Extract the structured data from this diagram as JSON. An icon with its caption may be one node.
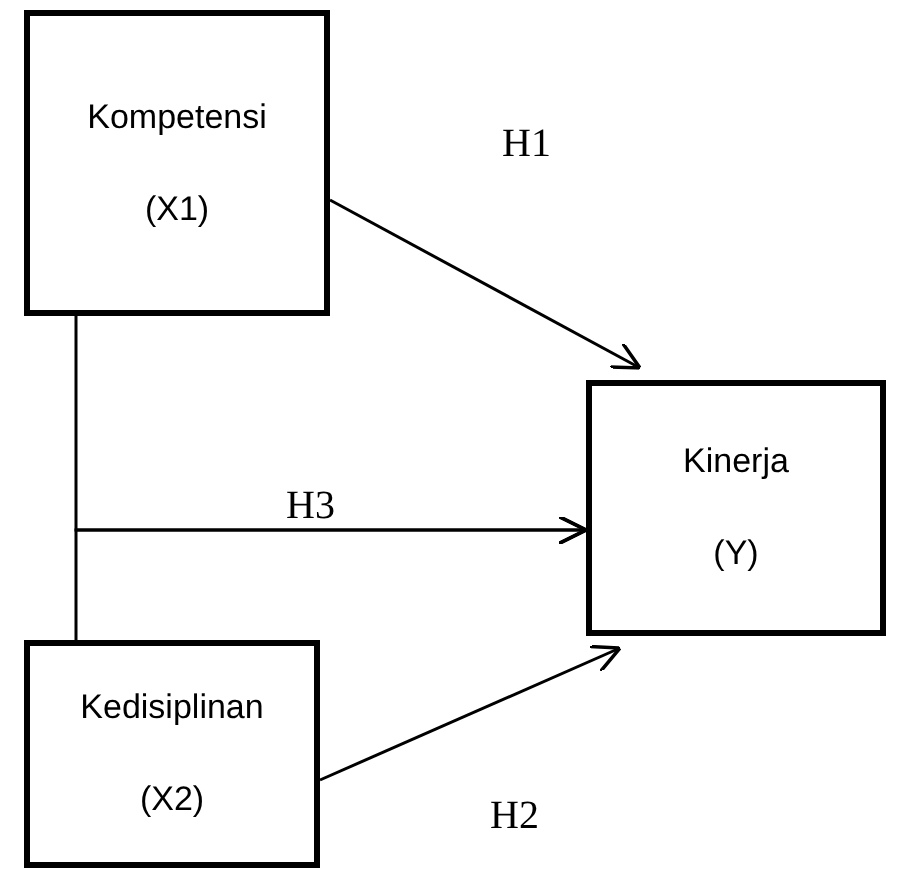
{
  "diagram": {
    "nodes": [
      {
        "text": [
          "Kompetensi",
          "(X1)"
        ]
      },
      {
        "text": [
          "Kinerja",
          "(Y)"
        ]
      },
      {
        "text": [
          "Kedisiplinan",
          "(X2)"
        ]
      }
    ],
    "edges": [
      {
        "from": 0,
        "to": 1,
        "arrow": "to",
        "label": "H1"
      },
      {
        "from": 0,
        "to": 1,
        "arrow": "to",
        "label": "H3"
      },
      {
        "from": 2,
        "to": 1,
        "arrow": "to"
      },
      {
        "from": 2,
        "to": 1,
        "arrow": "to",
        "label": "H2"
      }
    ]
  }
}
